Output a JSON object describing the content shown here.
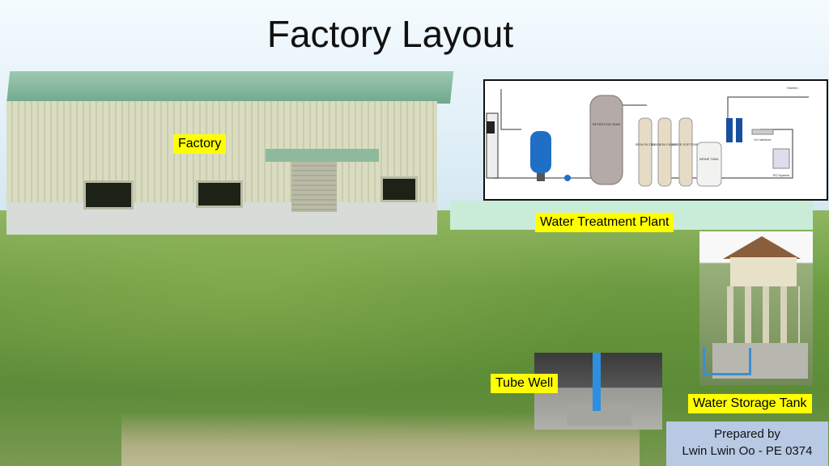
{
  "title": "Factory Layout",
  "labels": {
    "factory": "Factory",
    "water_treatment_plant": "Water Treatment Plant",
    "tube_well": "Tube Well",
    "water_storage_tank": "Water Storage Tank"
  },
  "diagram": {
    "retention_tank": "RETENTION TANK",
    "iron_filter": "IRON FILTER",
    "carbon_filter": "CARBON FILTER",
    "water_softener": "WATER SOFTENER",
    "brine_tank": "BRINE TANK",
    "uv_sterilizer": "UV sterilizer",
    "ro_system": "RO System",
    "kitchen": "Kitchen"
  },
  "prepared_by": {
    "line1": "Prepared by",
    "line2": "Lwin Lwin Oo - PE 0374"
  },
  "colors": {
    "label_bg": "#ffff00",
    "prepared_bg": "#b8c9e4",
    "band_bg": "#c9ecd8"
  }
}
